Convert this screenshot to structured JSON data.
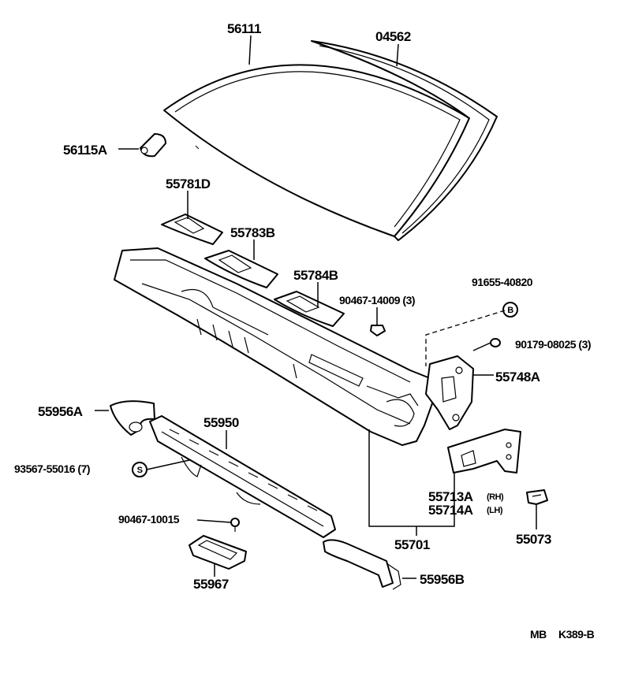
{
  "parts": {
    "p56111": "56111",
    "p04562": "04562",
    "p56115A": "56115A",
    "p55781D": "55781D",
    "p55783B": "55783B",
    "p55784B": "55784B",
    "p90467_14009": "90467-14009 (3)",
    "p91655_40820": "91655-40820",
    "p90179_08025": "90179-08025 (3)",
    "p55748A": "55748A",
    "p55956A": "55956A",
    "p55950": "55950",
    "p93567_55016": "93567-55016 (7)",
    "p55713A": "55713A",
    "p55713A_side": "(RH)",
    "p55714A": "55714A",
    "p55714A_side": "(LH)",
    "p55073": "55073",
    "p90467_10015": "90467-10015",
    "p55701": "55701",
    "p55967": "55967",
    "p55956B": "55956B"
  },
  "symbols": {
    "b": "B",
    "s": "S"
  },
  "footer": {
    "code_left": "MB",
    "code_right": "K389-B"
  }
}
